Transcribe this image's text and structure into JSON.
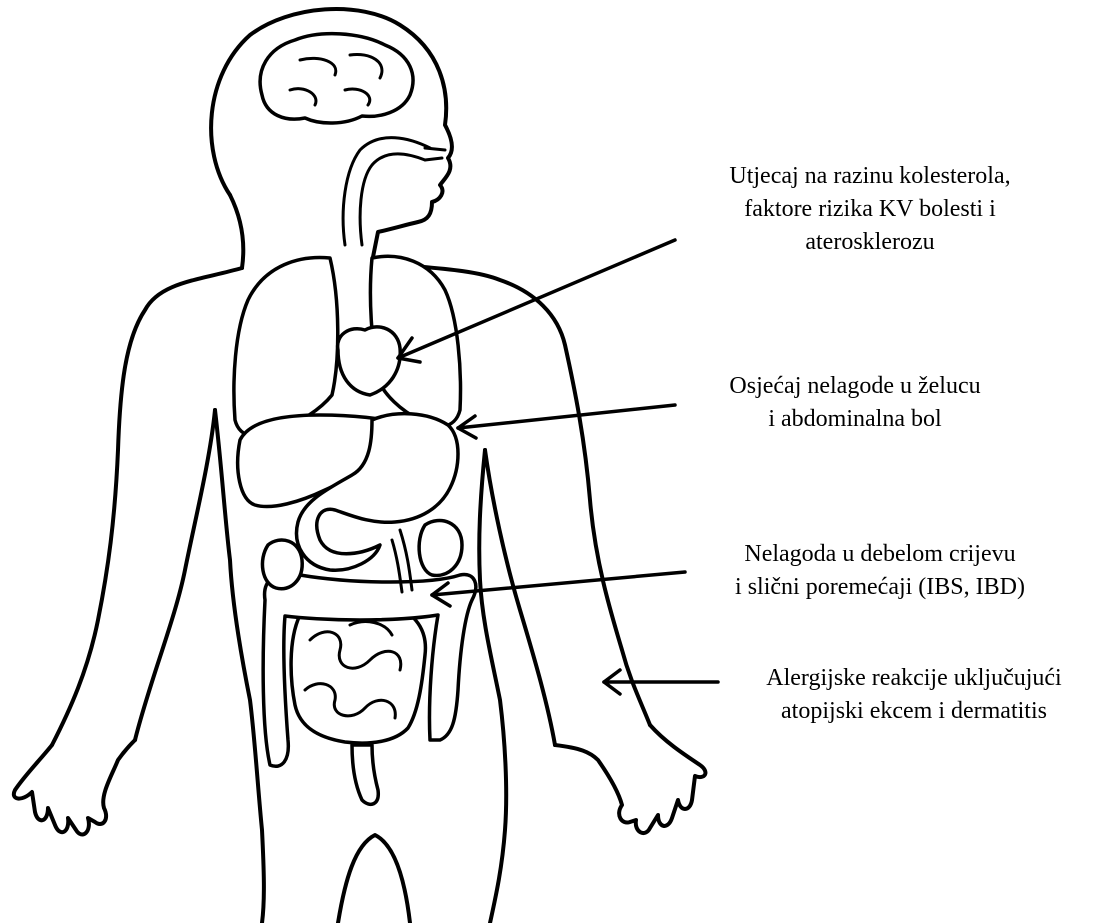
{
  "labels": {
    "cholesterol": {
      "line1": "Utjecaj na razinu kolesterola,",
      "line2": "faktore rizika KV bolesti i",
      "line3": "aterosklerozu"
    },
    "stomach": {
      "line1": "Osjećaj nelagode u želucu",
      "line2": "i abdominalna bol"
    },
    "colon": {
      "line1": "Nelagoda u debelom crijevu",
      "line2": "i slični poremećaji (IBS, IBD)"
    },
    "allergy": {
      "line1": "Alergijske reakcije uključujući",
      "line2": "atopijski ekcem i dermatitis"
    }
  }
}
